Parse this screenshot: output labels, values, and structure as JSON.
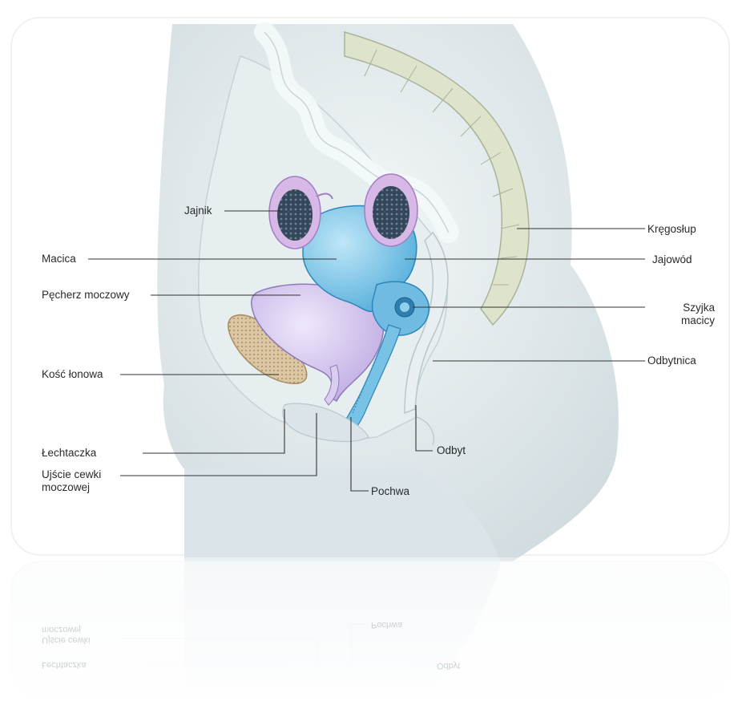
{
  "labels": {
    "ovary": "Jajnik",
    "uterus": "Macica",
    "bladder": "Pęcherz moczowy",
    "pubic_bone": "Kość łonowa",
    "clitoris": "Łechtaczka",
    "urethral_opening": "Ujście cewki\nmoczowej",
    "vagina": "Pochwa",
    "anus": "Odbyt",
    "rectum": "Odbytnica",
    "cervix": "Szyjka\nmacicy",
    "fallopian_tube": "Jajowód",
    "spine": "Kręgosłup"
  },
  "colors": {
    "uterus": "#6fc1e6",
    "bladder": "#c7b7e6",
    "ovary_rim": "#c9a6d9",
    "ovary_core": "#2f3f52",
    "bone": "#d9c4a0",
    "spine": "#dbe3c8",
    "body": "#dde6ea",
    "line": "#333333"
  }
}
